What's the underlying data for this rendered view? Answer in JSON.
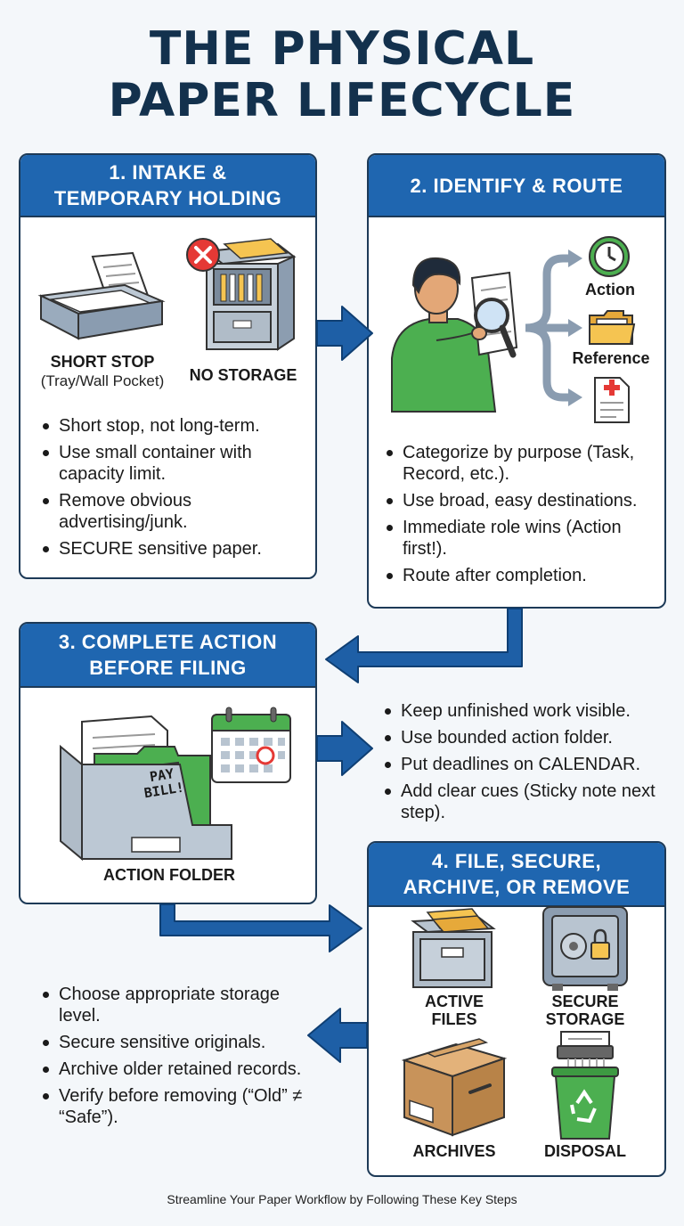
{
  "title": {
    "line1": "THE PHYSICAL",
    "line2": "PAPER LIFECYCLE"
  },
  "steps": [
    {
      "heading_line1": "1. INTAKE &",
      "heading_line2": "TEMPORARY HOLDING",
      "labels": {
        "tray": "SHORT STOP",
        "tray_sub": "(Tray/Wall Pocket)",
        "cabinet": "NO STORAGE"
      },
      "bullets": [
        "Short stop, not long-term.",
        "Use small container with capacity limit.",
        "Remove obvious advertising/junk.",
        "SECURE sensitive paper."
      ]
    },
    {
      "heading_line1": "2. IDENTIFY & ROUTE",
      "heading_line2": "",
      "labels": {
        "action": "Action",
        "reference": "Reference"
      },
      "bullets": [
        "Categorize by purpose (Task, Record, etc.).",
        "Use broad, easy destinations.",
        "Immediate role wins (Action first!).",
        "Route after completion."
      ]
    },
    {
      "heading_line1": "3. COMPLETE ACTION",
      "heading_line2": "BEFORE FILING",
      "labels": {
        "folder": "ACTION FOLDER",
        "note_line1": "PAY",
        "note_line2": "BILL!"
      },
      "bullets": [
        "Keep unfinished work visible.",
        "Use bounded action folder.",
        "Put deadlines on CALENDAR.",
        "Add clear cues (Sticky note next step)."
      ]
    },
    {
      "heading_line1": "4. FILE, SECURE,",
      "heading_line2": "ARCHIVE, OR REMOVE",
      "labels": {
        "active_line1": "ACTIVE",
        "active_line2": "FILES",
        "secure_line1": "SECURE",
        "secure_line2": "STORAGE",
        "archives": "ARCHIVES",
        "disposal": "DISPOSAL"
      },
      "bullets": [
        "Choose appropriate storage level.",
        "Secure sensitive originals.",
        "Archive older retained records.",
        "Verify before removing (“Old” ≠ “Safe”)."
      ]
    }
  ],
  "footer": "Streamline Your Paper Workflow by Following These Key Steps",
  "colors": {
    "navy": "#13314d",
    "header_blue": "#1f66b0",
    "arrow_blue": "#1e5fa6",
    "green": "#4caf50",
    "red": "#e53935",
    "folder_yellow": "#f5c451"
  },
  "icons": [
    "inbox-tray-icon",
    "file-cabinet-icon",
    "x-circle-icon",
    "person-magnifier-icon",
    "clock-icon",
    "folder-icon",
    "medical-document-icon",
    "calendar-icon",
    "sticky-note-icon",
    "safe-icon",
    "box-icon",
    "recycle-bin-icon",
    "arrow-icon"
  ]
}
